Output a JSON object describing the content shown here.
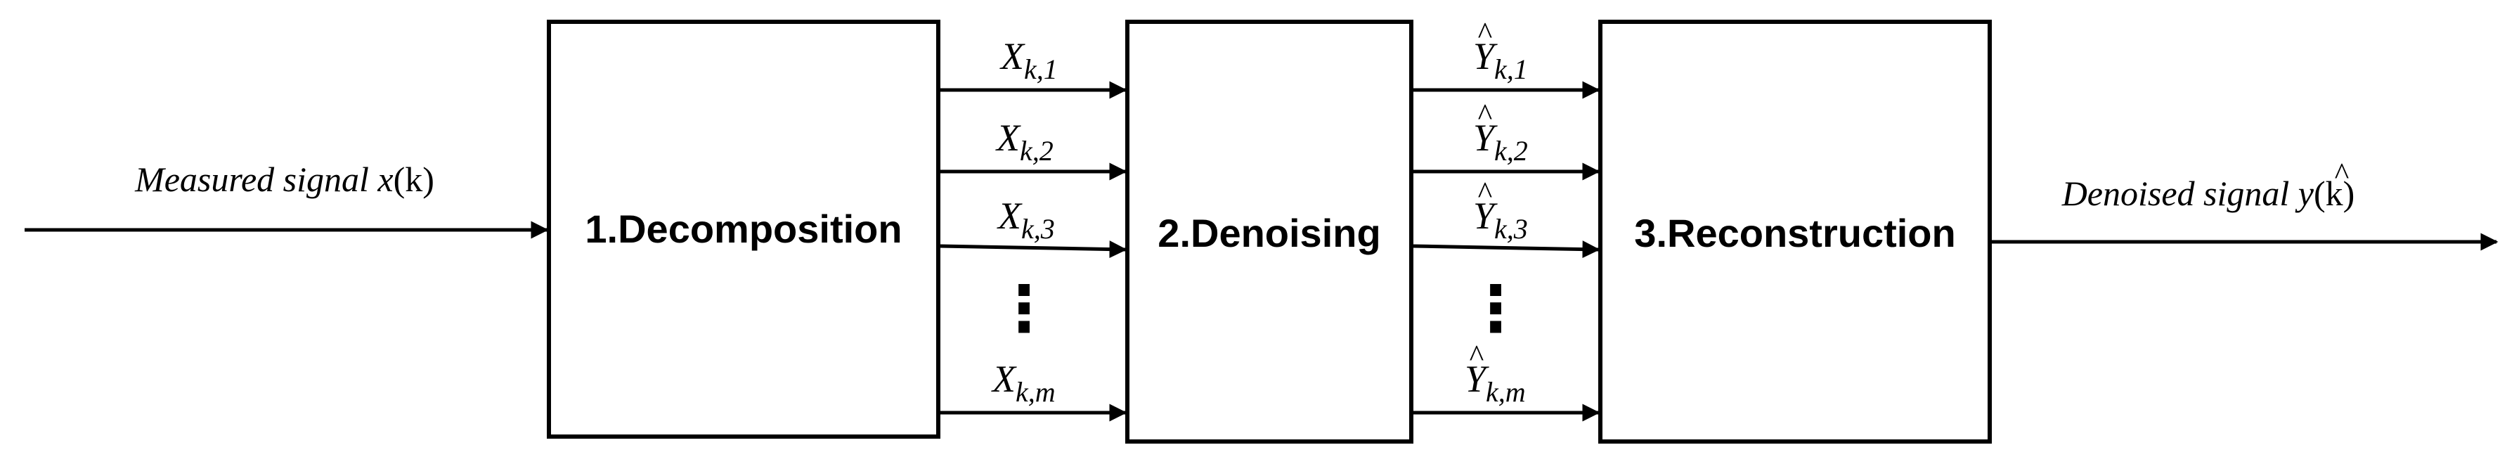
{
  "blocks": {
    "decomposition": "1.Decomposition",
    "denoising": "2.Denoising",
    "reconstruction": "3.Reconstruction"
  },
  "signals": {
    "input": {
      "text": "Measured signal ",
      "var": "x",
      "arg": "(k)"
    },
    "output": {
      "text": "Denoised signal ",
      "var": "y",
      "hat": "^",
      "arg": "(k)"
    }
  },
  "x_symbol": "X",
  "y_symbol": "Y",
  "hat_mark": "^",
  "x_subscripts": [
    "k,1",
    "k,2",
    "k,3",
    "k,m"
  ],
  "y_subscripts": [
    "k,1",
    "k,2",
    "k,3",
    "k,m"
  ],
  "ellipsis": "⋮"
}
